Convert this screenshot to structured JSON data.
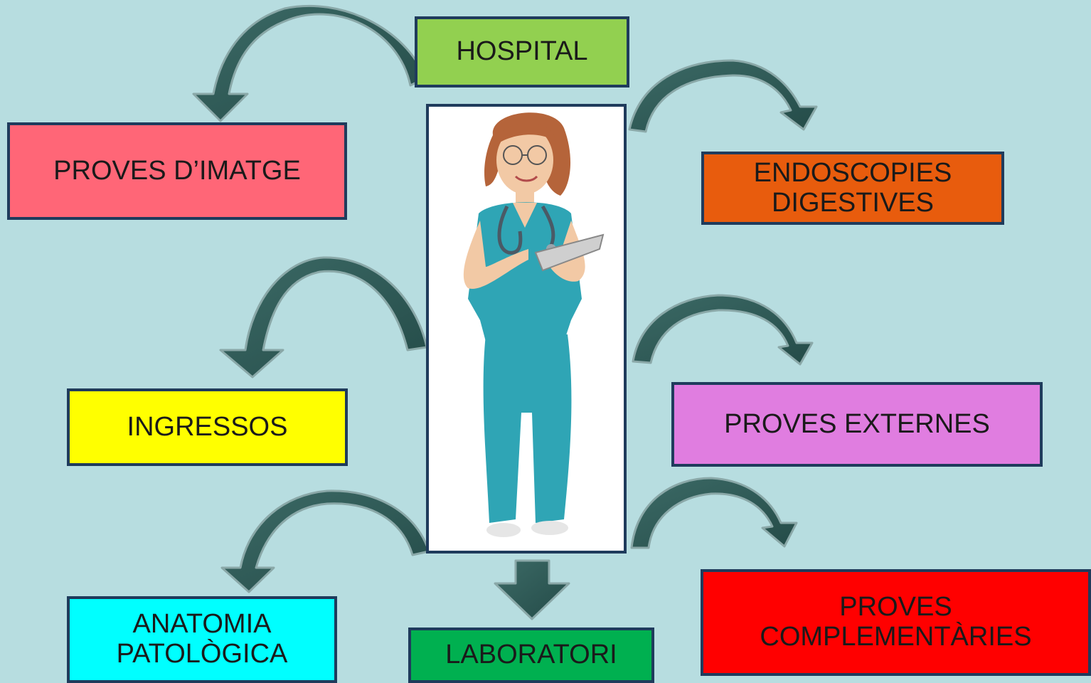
{
  "nodes": {
    "hospital": {
      "label": "HOSPITAL",
      "color": "#92d050"
    },
    "proves_imatge": {
      "label": "PROVES D’IMATGE",
      "color": "#ff6677"
    },
    "endoscopies": {
      "label": "ENDOSCOPIES DIGESTIVES",
      "color": "#e85c0d"
    },
    "ingressos": {
      "label": "INGRESSOS",
      "color": "#ffff00"
    },
    "proves_externes": {
      "label": "PROVES EXTERNES",
      "color": "#e07de0"
    },
    "anatomia": {
      "label": "ANATOMIA PATOLÒGICA",
      "color": "#00ffff"
    },
    "laboratori": {
      "label": "LABORATORI",
      "color": "#00b050"
    },
    "complementaries": {
      "label": "PROVES COMPLEMENTÀRIES",
      "color": "#ff0000"
    }
  },
  "colors": {
    "background": "#b7dde0",
    "border": "#1f3b5c",
    "arrow_fill": "#2f5b58",
    "arrow_stroke": "#8aa8a8"
  },
  "center_image": {
    "icon": "nurse-illustration"
  }
}
